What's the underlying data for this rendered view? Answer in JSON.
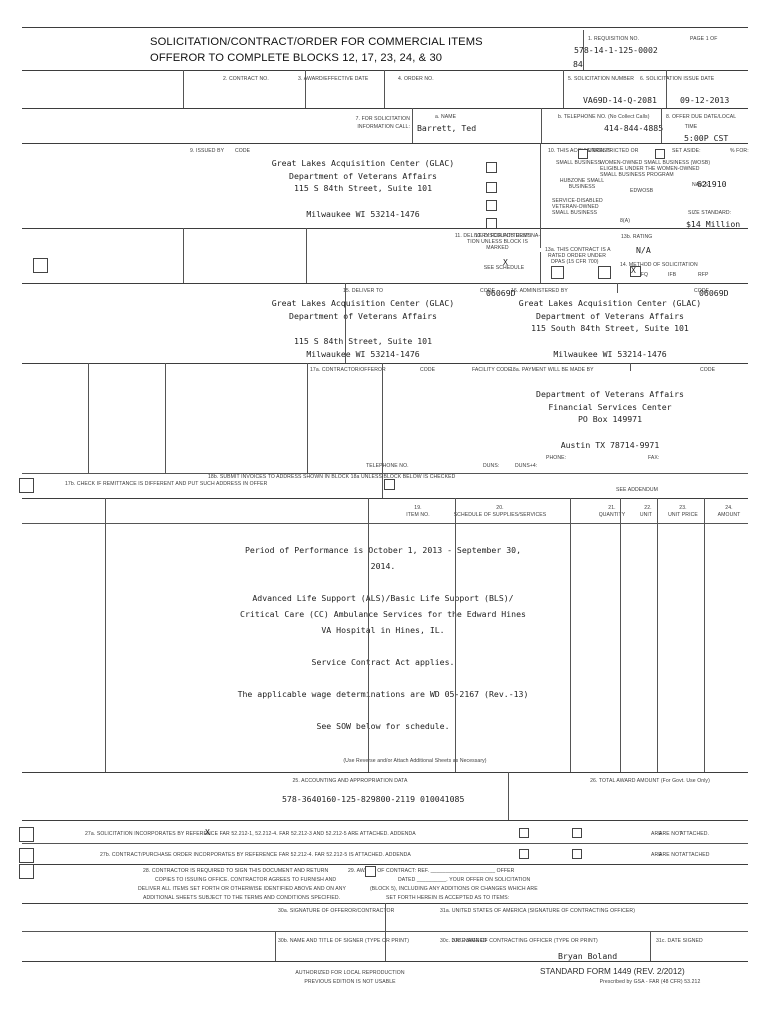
{
  "form": {
    "title_line1": "SOLICITATION/CONTRACT/ORDER FOR COMMERCIAL ITEMS",
    "title_line2": "OFFEROR TO COMPLETE BLOCKS 12, 17, 23, 24, & 30",
    "footer_left_line1": "AUTHORIZED FOR LOCAL REPRODUCTION",
    "footer_left_line2": "PREVIOUS EDITION IS NOT USABLE",
    "footer_right_line1": "STANDARD FORM 1449 (REV. 2/2012)",
    "footer_right_line2": "Prescribed by GSA - FAR (48 CFR) 53.212"
  },
  "block1": {
    "label": "1. REQUISITION NO.",
    "value": "578-14-1-125-0002"
  },
  "page_of": {
    "label": "PAGE 1 OF",
    "value": "84"
  },
  "block2": {
    "label": "2. CONTRACT NO.",
    "value": ""
  },
  "block3": {
    "label": "3. AWARD/EFFECTIVE DATE",
    "value": ""
  },
  "block4": {
    "label": "4. ORDER NO.",
    "value": ""
  },
  "block5": {
    "label": "5. SOLICITATION NUMBER",
    "value": "VA69D-14-Q-2081"
  },
  "block6": {
    "label": "6. SOLICITATION ISSUE DATE",
    "value": "09-12-2013"
  },
  "block7": {
    "label_line1": "7. FOR SOLICITATION",
    "label_line2": "INFORMATION CALL:",
    "a_label": "a. NAME",
    "a_value": "Barrett, Ted",
    "b_label": "b. TELEPHONE NO. (No Collect Calls)",
    "b_value": "414-844-4885"
  },
  "block8": {
    "label_line1": "8. OFFER DUE DATE/LOCAL",
    "label_line2": "TIME",
    "value": "5:00P CST"
  },
  "block9": {
    "label": "9. ISSUED BY",
    "code_label": "CODE",
    "code_value": "",
    "address": "Great Lakes Acquisition Center (GLAC)\nDepartment of Veterans Affairs\n115 S 84th Street, Suite 101\n\nMilwaukee WI 53214-1476"
  },
  "block10": {
    "label": "10. THIS ACQUISITION IS",
    "unrestricted_label": "UNRESTRICTED OR",
    "setaside_label": "SET ASIDE:",
    "percent_label": "% FOR:",
    "options": [
      "SMALL BUSINESS",
      "HUBZONE SMALL BUSINESS",
      "SERVICE-DISABLED VETERAN-OWNED SMALL BUSINESS",
      "WOMEN-OWNED SMALL BUSINESS (WOSB) ELIGIBLE UNDER THE WOMEN-OWNED SMALL BUSINESS PROGRAM",
      "EDWOSB",
      "8(A)"
    ],
    "naics_label": "NAICS:",
    "naics_value": "621910",
    "size_std_label": "SIZE STANDARD:",
    "size_std_value": "$14 Million"
  },
  "block11": {
    "label": "11. DELIVERY FOR FOB DESTINA-\nTION UNLESS BLOCK IS\nMARKED",
    "see_schedule": "SEE SCHEDULE",
    "checked": "X"
  },
  "block12": {
    "label": "12. DISCOUNT TERMS",
    "value": ""
  },
  "block13a": {
    "label": "13a. THIS CONTRACT IS A\nRATED ORDER UNDER\nDPAS (15 CFR 700)"
  },
  "block13b": {
    "label": "13b. RATING",
    "value": "N/A"
  },
  "block14": {
    "label": "14. METHOD OF SOLICITATION",
    "options": [
      "RFQ",
      "IFB",
      "RFP"
    ],
    "selected": "RFQ",
    "checked": "X"
  },
  "block15": {
    "label": "15. DELIVER TO",
    "code_label": "CODE",
    "code_value": "06069D",
    "address": "Great Lakes Acquisition Center (GLAC)\nDepartment of Veterans Affairs\n\n115 S 84th Street, Suite 101\nMilwaukee WI 53214-1476"
  },
  "block16": {
    "label": "16. ADMINISTERED BY",
    "code_label": "CODE",
    "code_value": "06069D",
    "address": "Great Lakes Acquisition Center (GLAC)\nDepartment of Veterans Affairs\n115 South 84th Street, Suite 101\n\nMilwaukee WI 53214-1476"
  },
  "block17a": {
    "label": "17a. CONTRACTOR/OFFEROR",
    "code_label": "CODE",
    "facility_label": "FACILITY CODE",
    "phone_label": "TELEPHONE NO.",
    "duns_label": "DUNS:",
    "duns4_label": "DUNS+4:"
  },
  "block17b": {
    "label": "17b. CHECK IF REMITTANCE IS DIFFERENT AND PUT SUCH ADDRESS IN OFFER"
  },
  "block18a": {
    "label": "18a. PAYMENT WILL BE MADE BY",
    "code_label": "CODE",
    "code_value": "",
    "address": "Department of Veterans Affairs\nFinancial Services Center\nPO Box 149971\n\nAustin TX 78714-9971",
    "phone_label": "PHONE:",
    "fax_label": "FAX:"
  },
  "block18b": {
    "label": "18b. SUBMIT INVOICES TO ADDRESS SHOWN IN BLOCK 18a UNLESS BLOCK BELOW IS CHECKED",
    "see_addendum": "SEE ADDENDUM"
  },
  "table": {
    "headers": [
      {
        "num": "19.",
        "label": "ITEM NO."
      },
      {
        "num": "20.",
        "label": "SCHEDULE OF SUPPLIES/SERVICES"
      },
      {
        "num": "21.",
        "label": "QUANTITY"
      },
      {
        "num": "22.",
        "label": "UNIT"
      },
      {
        "num": "23.",
        "label": "UNIT PRICE"
      },
      {
        "num": "24.",
        "label": "AMOUNT"
      }
    ],
    "body_text": "Period of Performance is October 1, 2013 - September 30,\n2014.\n\nAdvanced Life Support (ALS)/Basic Life Support (BLS)/\nCritical Care (CC) Ambulance Services for the Edward Hines\nVA Hospital in Hines, IL.\n\nService Contract Act applies.\n\nThe applicable wage determinations are WD 05-2167 (Rev.-13)\n\nSee SOW below for schedule.",
    "reverse_note": "(Use Reverse and/or Attach Additional Sheets as Necessary)"
  },
  "block25": {
    "label": "25. ACCOUNTING AND APPROPRIATION DATA",
    "value": "578-3640160-125-829800-2119 010041085"
  },
  "block26": {
    "label": "26. TOTAL AWARD AMOUNT (For Govt. Use Only)",
    "value": ""
  },
  "block27a": {
    "text": "27a. SOLICITATION INCORPORATES BY REFERENCE FAR 52.212-1, 52.212-4. FAR 52.212-3 AND 52.212-5 ARE ATTACHED.   ADDENDA",
    "are_label": "ARE",
    "are_not_label": "ARE NOT",
    "tail": "ATTACHED.",
    "checked": "X"
  },
  "block27b": {
    "text": "27b. CONTRACT/PURCHASE ORDER INCORPORATES BY REFERENCE FAR 52.212-4. FAR 52.212-5 IS ATTACHED.   ADDENDA",
    "are_label": "ARE",
    "are_not_label": "ARE NOT",
    "tail": "ATTACHED"
  },
  "block28": {
    "line1": "28. CONTRACTOR IS REQUIRED TO SIGN THIS DOCUMENT AND RETURN",
    "line1_blank": "______",
    "line2": "COPIES TO ISSUING OFFICE.  CONTRACTOR AGREES TO FURNISH AND",
    "line3": "DELIVER ALL ITEMS SET FORTH OR OTHERWISE IDENTIFIED ABOVE AND ON ANY",
    "line4": "ADDITIONAL SHEETS SUBJECT TO THE TERMS AND CONDITIONS SPECIFIED."
  },
  "block29": {
    "line1": "29. AWARD OF CONTRACT: REF. ______________________ OFFER",
    "line2": "DATED __________.  YOUR OFFER ON SOLICITATION",
    "line3": "(BLOCK 5), INCLUDING ANY ADDITIONS OR CHANGES WHICH ARE",
    "line4": "SET FORTH HEREIN IS ACCEPTED AS TO ITEMS:"
  },
  "block30a": {
    "label": "30a. SIGNATURE OF OFFEROR/CONTRACTOR",
    "value": ""
  },
  "block31a": {
    "label": "31a. UNITED STATES OF AMERICA (SIGNATURE OF CONTRACTING OFFICER)",
    "value": ""
  },
  "block30b": {
    "label": "30b. NAME AND TITLE OF SIGNER (TYPE OR PRINT)",
    "value": ""
  },
  "block30c": {
    "label": "30c. DATE SIGNED",
    "value": ""
  },
  "block31b": {
    "label": "31b. NAME OF CONTRACTING OFFICER (TYPE OR PRINT)",
    "value": "Bryan Boland"
  },
  "block31c": {
    "label": "31c. DATE SIGNED",
    "value": ""
  }
}
